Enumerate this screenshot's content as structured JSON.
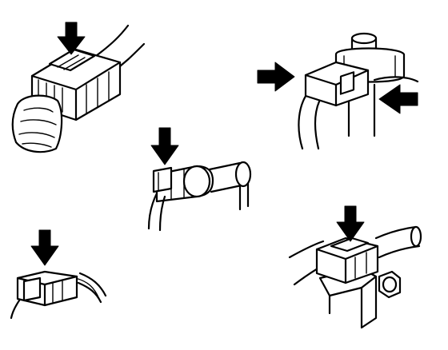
{
  "figure": {
    "background": "#ffffff",
    "ink": "#000000",
    "panels": [
      {
        "id": "connector-top-left",
        "icon": "push-down-arrow-icon"
      },
      {
        "id": "connector-top-right",
        "icon": "squeeze-arrows-icon"
      },
      {
        "id": "connector-center",
        "icon": "push-down-arrow-icon"
      },
      {
        "id": "connector-bottom-left",
        "icon": "push-down-arrow-icon"
      },
      {
        "id": "connector-bottom-right",
        "icon": "push-down-arrow-icon"
      }
    ]
  }
}
